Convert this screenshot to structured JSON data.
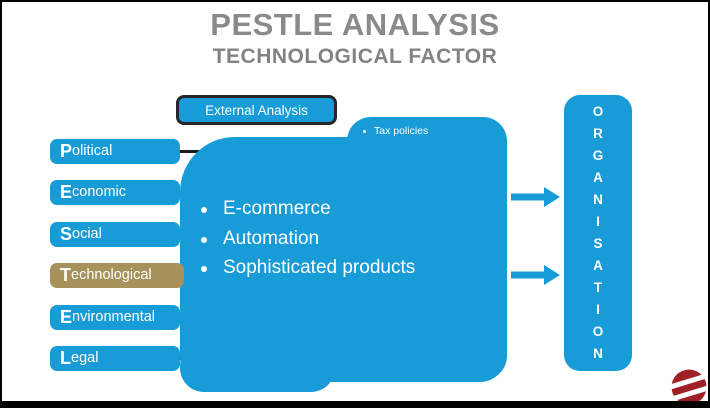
{
  "title": "PESTLE ANALYSIS",
  "subtitle": "TECHNOLOGICAL FACTOR",
  "external_label": "External Analysis",
  "factors": [
    {
      "label": "Political",
      "highlighted": false
    },
    {
      "label": "Economic",
      "highlighted": false
    },
    {
      "label": "Social",
      "highlighted": false
    },
    {
      "label": "Technological",
      "highlighted": true
    },
    {
      "label": "Environmental",
      "highlighted": false
    },
    {
      "label": "Legal",
      "highlighted": false
    }
  ],
  "detail_box": {
    "items": [
      "E-commerce",
      "Automation",
      "Sophisticated products"
    ]
  },
  "background_box": {
    "items": [
      "Tax policies"
    ]
  },
  "organisation": {
    "label": "ORGANISATION"
  },
  "colors": {
    "blue": "#189cd8",
    "highlight_tan": "#a6925a",
    "title_gray": "#8a8a8a",
    "connector_black": "#1c1c1c",
    "logo_red": "#9f2127"
  }
}
